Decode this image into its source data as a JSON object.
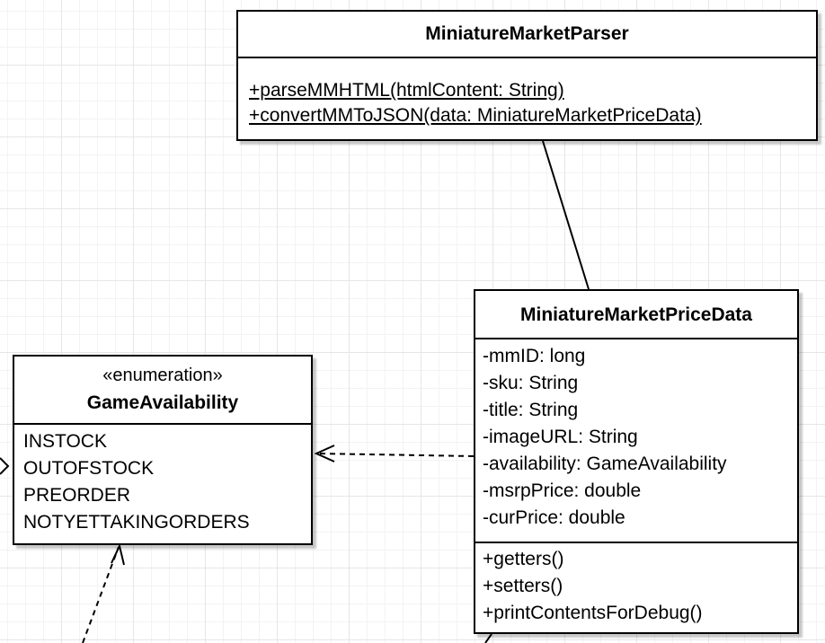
{
  "classes": {
    "parser": {
      "name": "MiniatureMarketParser",
      "attributes": [],
      "operations": [
        "+parseMMHTML(htmlContent: String)",
        "+convertMMToJSON(data: MiniatureMarketPriceData)"
      ]
    },
    "price_data": {
      "name": "MiniatureMarketPriceData",
      "attributes": [
        "-mmID: long",
        "-sku: String",
        "-title: String",
        "-imageURL: String",
        "-availability: GameAvailability",
        "-msrpPrice: double",
        "-curPrice: double"
      ],
      "operations": [
        "+getters()",
        "+setters()",
        "+printContentsForDebug()"
      ]
    },
    "game_availability": {
      "stereotype": "«enumeration»",
      "name": "GameAvailability",
      "literals": [
        "INSTOCK",
        "OUTOFSTOCK",
        "PREORDER",
        "NOTYETTAKINGORDERS"
      ]
    }
  },
  "relations": [
    {
      "from": "MiniatureMarketParser",
      "to": "MiniatureMarketPriceData",
      "kind": "association"
    },
    {
      "from": "MiniatureMarketPriceData",
      "to": "GameAvailability",
      "kind": "dependency"
    }
  ]
}
